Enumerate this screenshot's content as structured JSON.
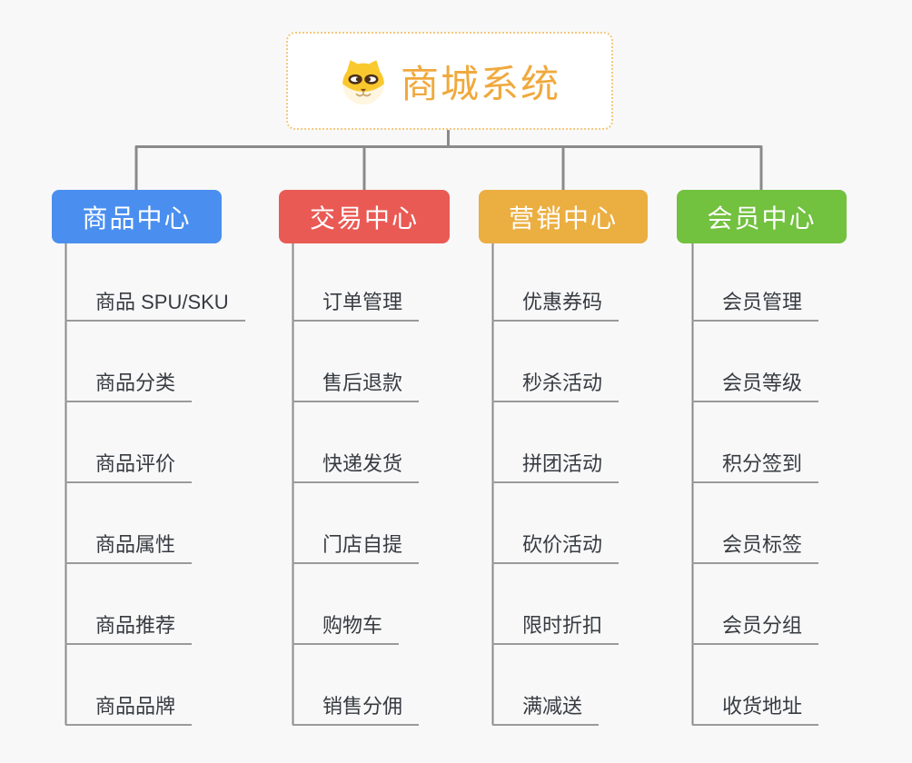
{
  "page": {
    "background_color": "#f8f8f8",
    "connector_color": "#8a8a8a",
    "leaf_underline_color": "#9a9a9a",
    "leaf_text_color": "#373b41"
  },
  "root": {
    "title": "商城系统",
    "icon": "dog-face-icon",
    "title_color": "#f0a93d",
    "border_color": "#f3c77e",
    "background": "#ffffff"
  },
  "branches": [
    {
      "label": "商品中心",
      "color": "#4a8ff0",
      "children": [
        "商品 SPU/SKU",
        "商品分类",
        "商品评价",
        "商品属性",
        "商品推荐",
        "商品品牌"
      ]
    },
    {
      "label": "交易中心",
      "color": "#ea5a55",
      "children": [
        "订单管理",
        "售后退款",
        "快递发货",
        "门店自提",
        "购物车",
        "销售分佣"
      ]
    },
    {
      "label": "营销中心",
      "color": "#ebae40",
      "children": [
        "优惠券码",
        "秒杀活动",
        "拼团活动",
        "砍价活动",
        "限时折扣",
        "满减送"
      ]
    },
    {
      "label": "会员中心",
      "color": "#72c13f",
      "children": [
        "会员管理",
        "会员等级",
        "积分签到",
        "会员标签",
        "会员分组",
        "收货地址"
      ]
    }
  ]
}
